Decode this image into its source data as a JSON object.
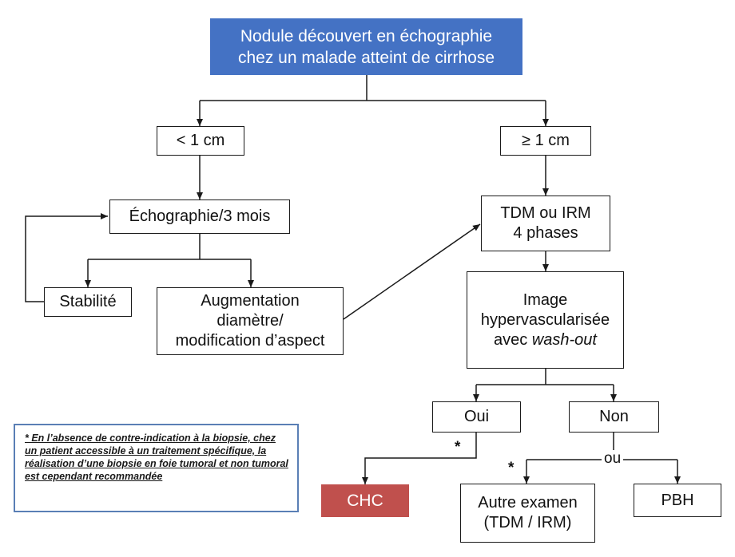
{
  "nodes": {
    "root": "Nodule découvert en échographie\nchez un malade atteint de cirrhose",
    "lt1": "< 1 cm",
    "ge1": "≥ 1 cm",
    "echo": "Échographie/3 mois",
    "tdm": "TDM ou IRM\n4 phases",
    "stab": "Stabilité",
    "aug": "Augmentation\ndiamètre/\nmodification d’aspect",
    "image_prefix": "Image\nhypervascularisée\navec ",
    "image_em": "wash-out",
    "oui": "Oui",
    "non": "Non",
    "chc": "CHC",
    "autre": "Autre examen\n(TDM / IRM)",
    "pbh": "PBH"
  },
  "labels": {
    "ou": "ou",
    "star": "*"
  },
  "note": "* En l’absence de contre-indication à la biopsie, chez un patient accessible à un traitement spécifique, la réalisation d’une biopsie en foie tumoral et non tumoral est  cependant recommandée",
  "colors": {
    "root_fill": "#4472c4",
    "chc_fill": "#c0504d",
    "note_border": "#5a7fb5",
    "line": "#1a1a1a"
  }
}
